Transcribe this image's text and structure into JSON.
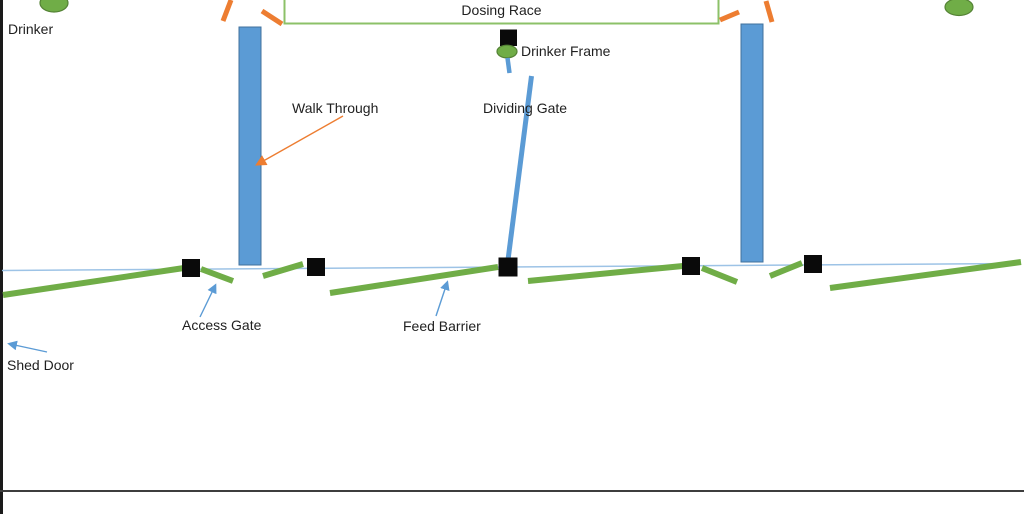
{
  "diagram": {
    "labels": {
      "drinker": "Drinker",
      "dosing_race": "Dosing Race",
      "drinker_frame": "Drinker Frame",
      "walk_through": "Walk Through",
      "dividing_gate": "Dividing Gate",
      "access_gate": "Access Gate",
      "feed_barrier": "Feed Barrier",
      "shed_door": "Shed Door"
    },
    "colors": {
      "green_fill": "#70AD47",
      "green_stroke": "#548235",
      "blue_fill": "#5B9BD5",
      "blue_stroke": "#41719C",
      "thin_blue_line": "#9DC3E6",
      "orange": "#ED7D31",
      "box_green": "#8CC168",
      "square_black": "#0A0A0A",
      "text_color": "#1F1F1F",
      "border_black": "#1A1A1A",
      "bottom_line": "#3D3D3D"
    }
  }
}
